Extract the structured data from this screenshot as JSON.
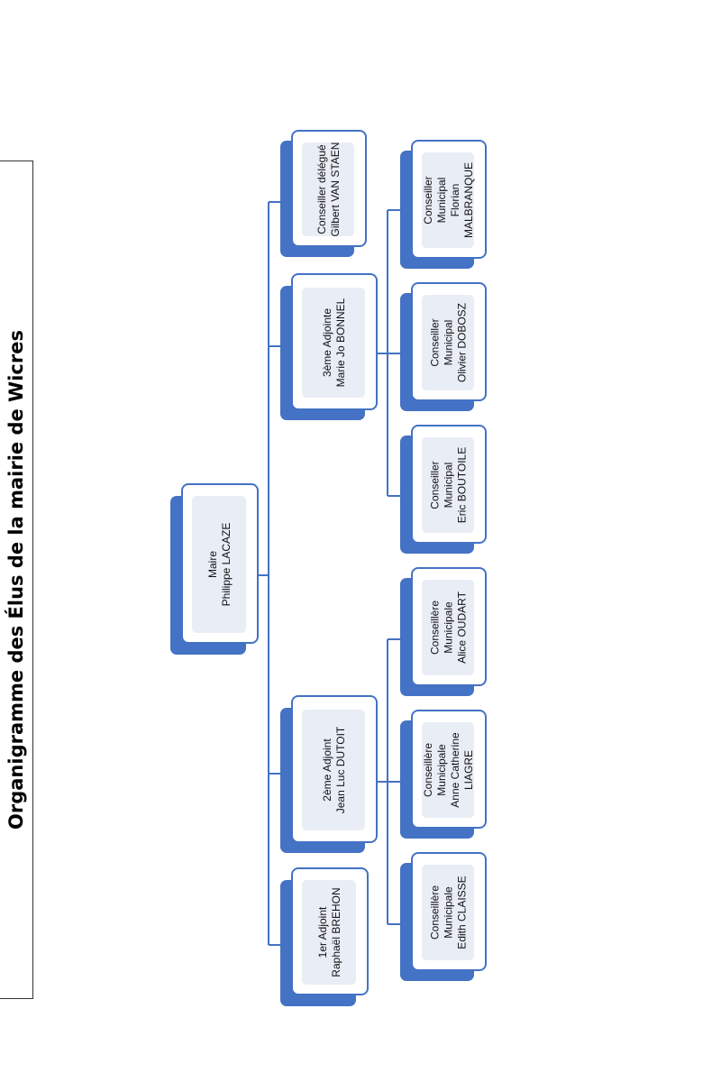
{
  "title": "Organigramme des Élus de la mairie de Wicres",
  "colors": {
    "accent": "#4472C4",
    "line": "#4472C4",
    "card_fill": "#e9edf6"
  },
  "nodes": {
    "maire": {
      "line1": "Maire",
      "line2": "Philippe LACAZE"
    },
    "adjoint1": {
      "line1": "1er Adjoint",
      "line2": "Raphaël BREHON"
    },
    "adjoint2": {
      "line1": "2ème Adjoint",
      "line2": "Jean Luc DUTOIT"
    },
    "adjoint3": {
      "line1": "3ème Adjointe",
      "line2": "Marie Jo BONNEL"
    },
    "delegue": {
      "line1": "Conseiller délégué",
      "line2": "Gilbert VAN STAEN"
    },
    "claisse": {
      "line1": "Conseillère",
      "line2": "Municipale",
      "line3": "Edith CLAISSE"
    },
    "liagre": {
      "line1": "Conseillère",
      "line2": "Municipale",
      "line3": "Anne Catherine",
      "line4": "LIAGRE"
    },
    "oudart": {
      "line1": "Conseillère",
      "line2": "Municipale",
      "line3": "Alice OUDART"
    },
    "boutoile": {
      "line1": "Conseiller",
      "line2": "Municipal",
      "line3": "Eric BOUTOILE"
    },
    "dobosz": {
      "line1": "Conseiller",
      "line2": "Municipal",
      "line3": "Olivier DOBOSZ"
    },
    "malbranque": {
      "line1": "Conseiller",
      "line2": "Municipal",
      "line3": "Florian",
      "line4": "MALBRANQUE"
    }
  }
}
